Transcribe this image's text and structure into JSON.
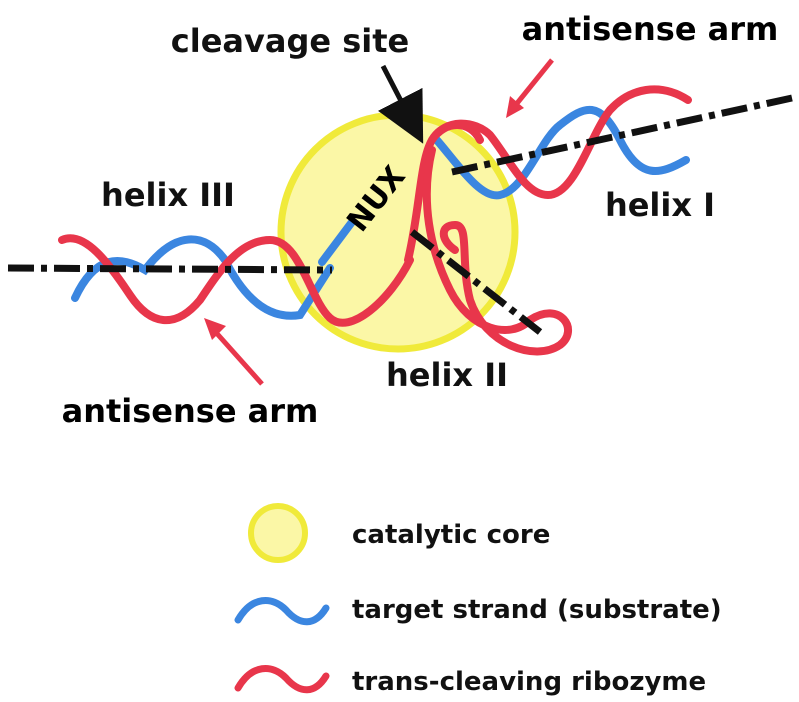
{
  "colors": {
    "ribozyme": "#e8364b",
    "substrate": "#3b86e0",
    "core_fill": "#fbf7a6",
    "core_stroke": "#f0ea3a",
    "axis": "#111111"
  },
  "labels": {
    "cleavage_site": "cleavage site",
    "antisense_arm_top": "antisense arm",
    "antisense_arm_bottom": "antisense arm",
    "helix_1": "helix I",
    "helix_2": "helix II",
    "helix_3": "helix III",
    "nux": "NUX"
  },
  "legend": [
    {
      "label": "catalytic core",
      "icon": "yellow-circle-icon"
    },
    {
      "label": "target strand (substrate)",
      "icon": "blue-wave-icon"
    },
    {
      "label": "trans-cleaving ribozyme",
      "icon": "red-wave-icon"
    }
  ]
}
